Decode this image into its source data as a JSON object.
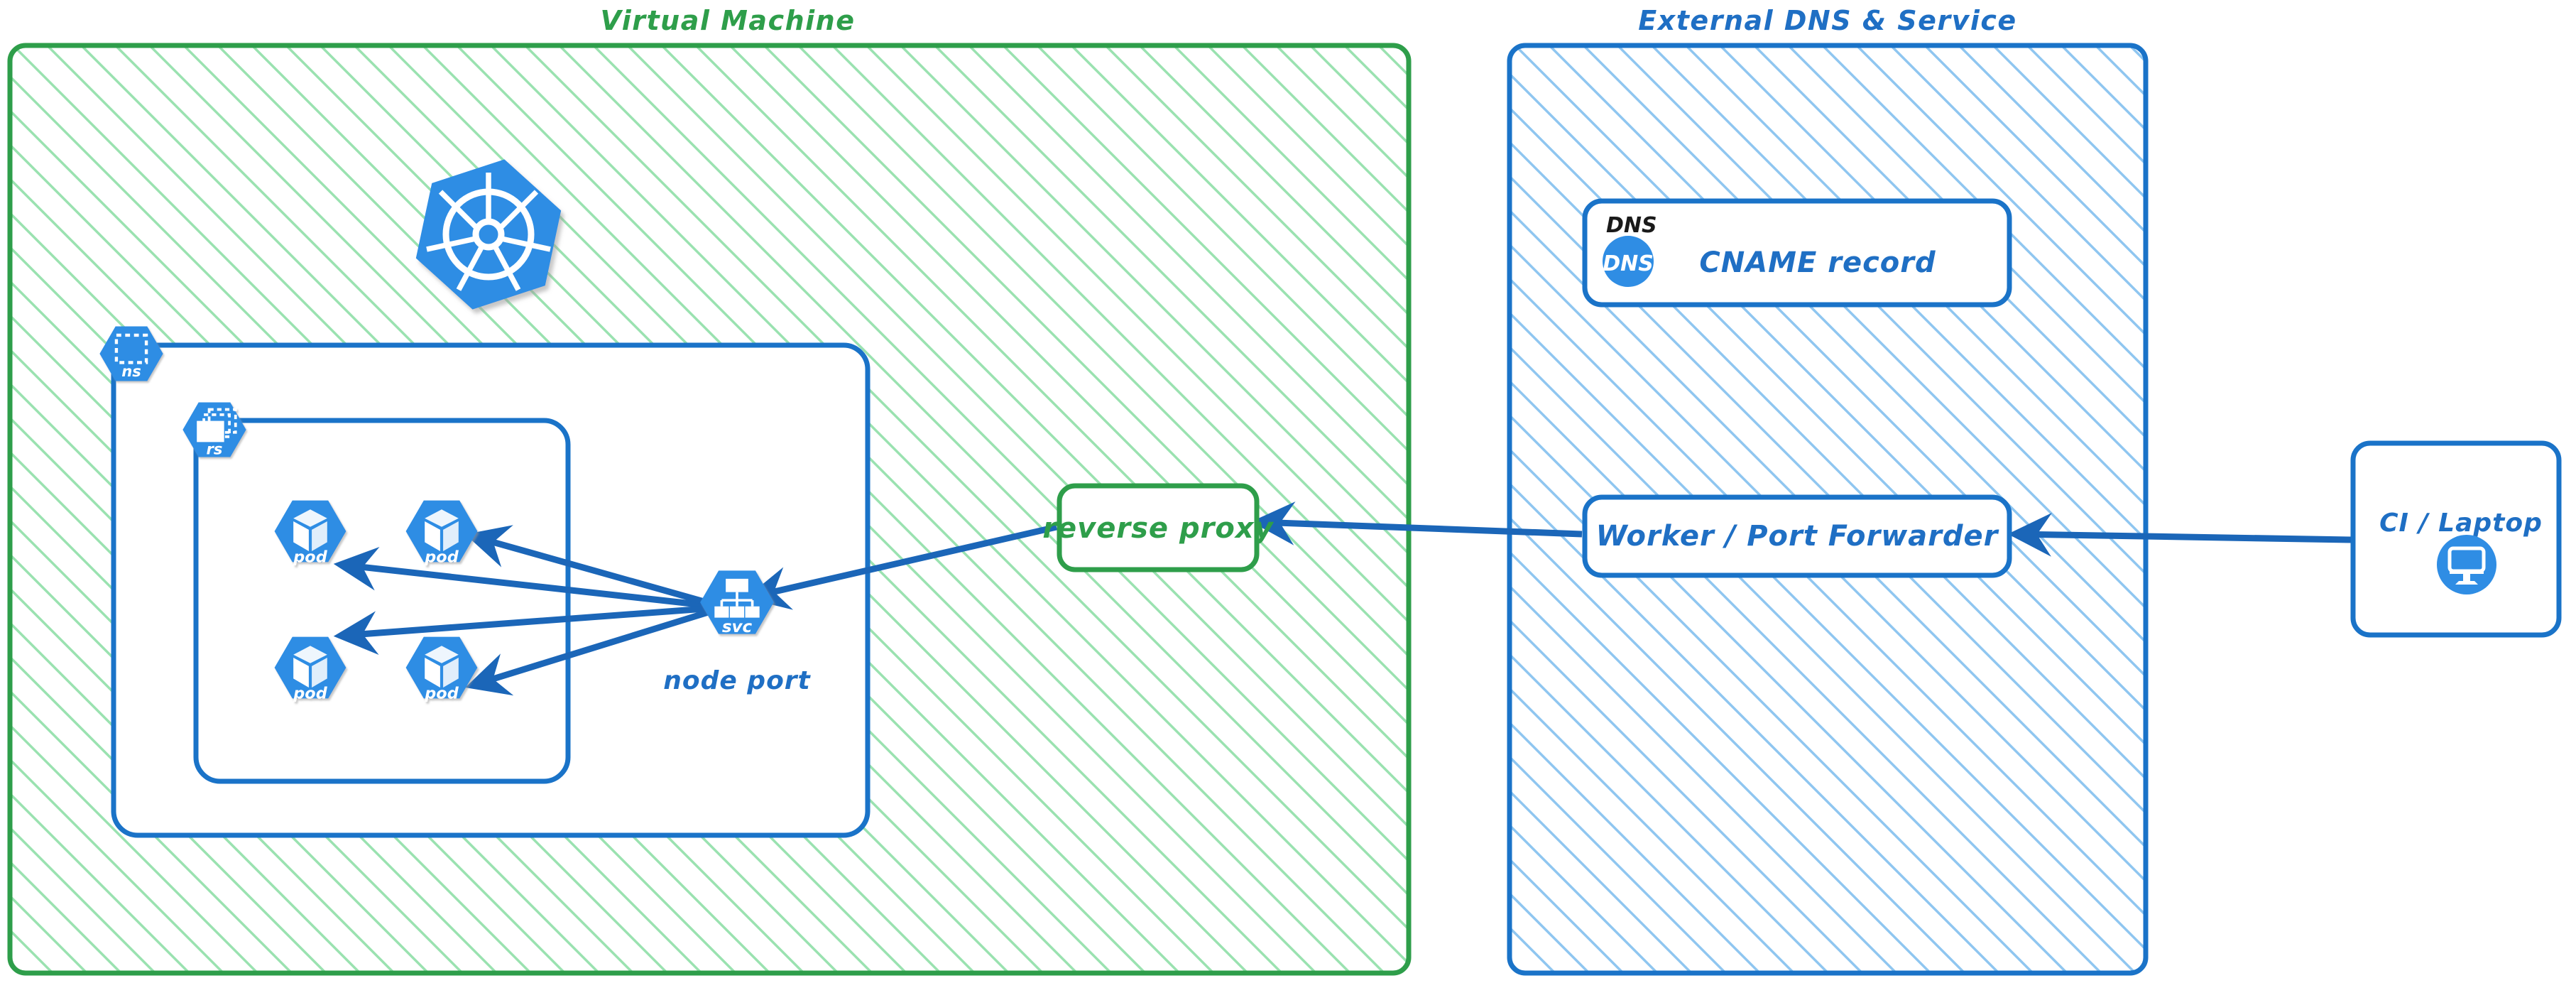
{
  "diagram": {
    "title": "Kubernetes NodePort exposure via reverse proxy and external DNS",
    "colors": {
      "green_border": "#2e9e4a",
      "green_hatch": "#9ae2b0",
      "green_text": "#2e9e4a",
      "blue_border": "#1a73c8",
      "blue_hatch": "#8fc6f0",
      "blue_text": "#1f6fc4",
      "k8s_blue": "#3271d8",
      "k8s_icon_blue": "#2f8de4",
      "arrow": "#1b66b8",
      "white": "#ffffff",
      "black_text": "#1a1a1a"
    },
    "panels": [
      {
        "id": "virtual-machine",
        "title": "Virtual Machine",
        "accent": "#2e9e4a"
      },
      {
        "id": "external-dns-service",
        "title": "External DNS & Service",
        "accent": "#1a73c8"
      }
    ],
    "k8s_logo": {
      "name": "kubernetes-logo",
      "label": ""
    },
    "k8s_nodes": [
      {
        "id": "namespace",
        "badge": "ns",
        "icon": "dashed-square-icon",
        "label": ""
      },
      {
        "id": "replicaset",
        "badge": "rs",
        "icon": "stacked-dashed-rectangles-icon",
        "label": ""
      },
      {
        "id": "pod-1",
        "badge": "pod",
        "icon": "cube-icon",
        "label": ""
      },
      {
        "id": "pod-2",
        "badge": "pod",
        "icon": "cube-icon",
        "label": ""
      },
      {
        "id": "pod-3",
        "badge": "pod",
        "icon": "cube-icon",
        "label": ""
      },
      {
        "id": "pod-4",
        "badge": "pod",
        "icon": "cube-icon",
        "label": ""
      },
      {
        "id": "service",
        "badge": "svc",
        "icon": "hierarchy-icon",
        "label": "node port"
      }
    ],
    "service_caption": "node port",
    "boxes": [
      {
        "id": "reverse-proxy",
        "label": "reverse proxy",
        "accent": "#2e9e4a"
      },
      {
        "id": "dns-record",
        "tag": "DNS",
        "badge_text": "DNS",
        "label": "CNAME record",
        "accent": "#1a73c8"
      },
      {
        "id": "worker-port-forwarder",
        "label": "Worker / Port Forwarder",
        "accent": "#1a73c8"
      },
      {
        "id": "ci-laptop",
        "label": "CI / Laptop",
        "icon": "desktop-monitor-icon",
        "accent": "#1a73c8"
      }
    ],
    "connections": [
      {
        "from": "service",
        "to": "pod-1",
        "direction": "to"
      },
      {
        "from": "service",
        "to": "pod-2",
        "direction": "to"
      },
      {
        "from": "service",
        "to": "pod-3",
        "direction": "to"
      },
      {
        "from": "service",
        "to": "pod-4",
        "direction": "to"
      },
      {
        "from": "reverse-proxy",
        "to": "service",
        "direction": "to"
      },
      {
        "from": "worker-port-forwarder",
        "to": "reverse-proxy",
        "direction": "to"
      },
      {
        "from": "ci-laptop",
        "to": "worker-port-forwarder",
        "direction": "to"
      }
    ]
  }
}
